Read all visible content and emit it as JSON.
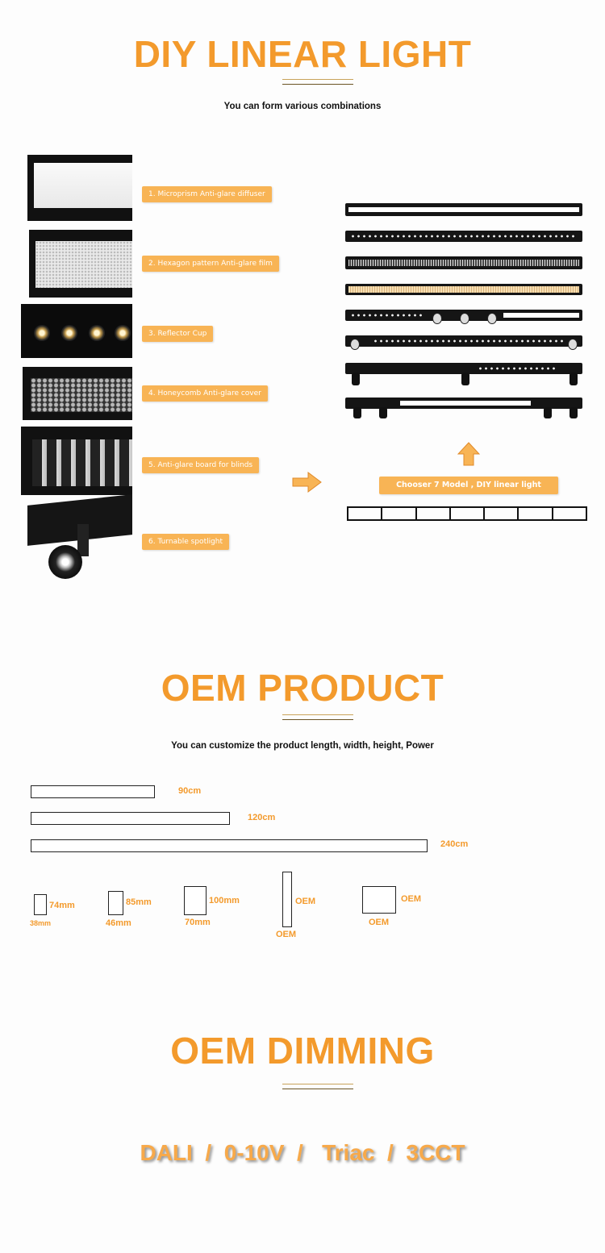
{
  "diy": {
    "title": "DIY LINEAR LIGHT",
    "subtitle": "You can form various combinations",
    "features": [
      {
        "label": "1. Microprism Anti-glare diffuser"
      },
      {
        "label": "2. Hexagon pattern Anti-glare film"
      },
      {
        "label": "3. Reflector Cup"
      },
      {
        "label": "4. Honeycomb Anti-glare cover"
      },
      {
        "label": "5. Anti-glare board for blinds"
      },
      {
        "label": "6. Turnable spotlight"
      }
    ],
    "choose_label": "Chooser 7 Model  , DIY linear  light",
    "slot_count": 7
  },
  "oem_product": {
    "title": "OEM PRODUCT",
    "subtitle": "You can customize the product length, width, height, Power",
    "lengths": [
      "90cm",
      "120cm",
      "240cm"
    ],
    "sections": [
      {
        "height": "74mm",
        "width": "38mm"
      },
      {
        "height": "85mm",
        "width": "46mm"
      },
      {
        "height": "100mm",
        "width": "70mm"
      },
      {
        "height": "OEM",
        "width": "OEM"
      },
      {
        "height": "OEM",
        "width": "OEM"
      }
    ]
  },
  "oem_dimming": {
    "title": "OEM DIMMING",
    "protocols": "DALI  /  0-10V  /   Triac  /  3CCT"
  },
  "colors": {
    "accent": "#f39a2c",
    "badge": "#f8b455"
  },
  "icons": [
    "arrow-right-icon",
    "arrow-up-icon"
  ]
}
